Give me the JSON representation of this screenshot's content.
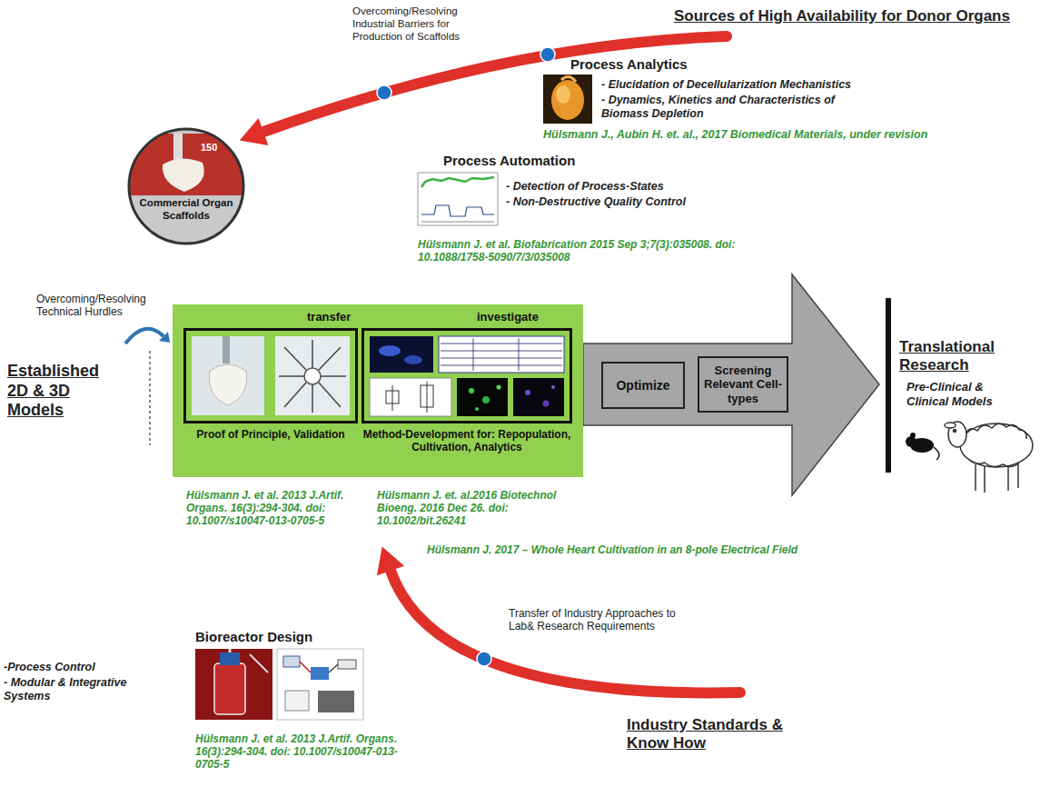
{
  "diagram": {
    "nodes": [
      {
        "text": [
          "Commercial Organ Scaffolds"
        ]
      },
      {
        "text": [
          "transfer",
          "investigate"
        ]
      },
      {
        "text": [
          "Proof of Principle, Validation"
        ],
        "in": 1
      },
      {
        "text": [
          "Method-Development for: Repopulation, Cultivation, Analytics"
        ],
        "in": 1
      },
      {
        "text": [
          "Optimize"
        ]
      },
      {
        "text": [
          "Screening Relevant Cell-types"
        ]
      }
    ],
    "labels": [
      "Sources of High Availability for Donor Organs",
      "Overcoming/Resolving Industrial Barriers for Production of Scaffolds",
      "Process Analytics",
      "- Elucidation of Decellularization Mechanistics",
      "- Dynamics, Kinetics and Characteristics of Biomass Depletion",
      "Hülsmann J., Aubin H. et. al., 2017 Biomedical Materials, under revision",
      "Process Automation",
      "- Detection of Process-States",
      "- Non-Destructive Quality Control",
      "Hülsmann J. et al. Biofabrication 2015 Sep 3;7(3):035008. doi: 10.1088/1758-5090/7/3/035008",
      "Overcoming/Resolving Technical Hurdles",
      "Established 2D & 3D Models",
      "Translational Research",
      "Pre-Clinical & Clinical Models",
      "Hülsmann J. et al. 2013 J.Artif. Organs. 16(3):294-304. doi: 10.1007/s10047-013-0705-5",
      "Hülsmann J. et. al.2016 Biotechnol Bioeng. 2016 Dec 26. doi: 10.1002/bit.26241",
      "Hülsmann J. 2017 – Whole Heart Cultivation in an 8-pole Electrical Field",
      "Bioreactor Design",
      "-Process Control",
      "- Modular & Integrative Systems",
      "Transfer of Industry Approaches to Lab& Research Requirements",
      "Industry Standards & Know How",
      "Hülsmann J. et al. 2013 J.Artif. Organs. 16(3):294-304. doi: 10.1007/s10047-013-0705-5",
      "150"
    ]
  }
}
